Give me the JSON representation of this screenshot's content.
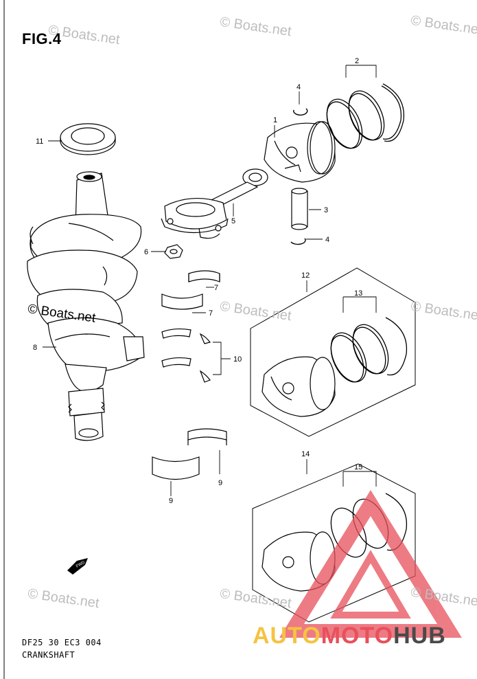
{
  "figure": {
    "title": "FIG.4"
  },
  "footer": {
    "code": "DF25 30 EC3  004",
    "name": "CRANKSHAFT"
  },
  "watermark": {
    "text": "© Boats.net"
  },
  "brand": {
    "part1": "AUTO",
    "part2": "MOTO",
    "part3": "HUB",
    "colors": {
      "auto": "#f5c342",
      "moto": "#e8505b",
      "hub": "#4a4a4a",
      "logo_triangle": "#e8505b"
    }
  },
  "callouts": {
    "c1": "1",
    "c2": "2",
    "c3": "3",
    "c4a": "4",
    "c4b": "4",
    "c5": "5",
    "c6": "6",
    "c7a": "7",
    "c7b": "7",
    "c8": "8",
    "c9a": "9",
    "c9b": "9",
    "c10": "10",
    "c11": "11",
    "c12": "12",
    "c13": "13",
    "c14": "14",
    "c15": "15"
  },
  "fwd_arrow": {
    "text": "FWD"
  }
}
